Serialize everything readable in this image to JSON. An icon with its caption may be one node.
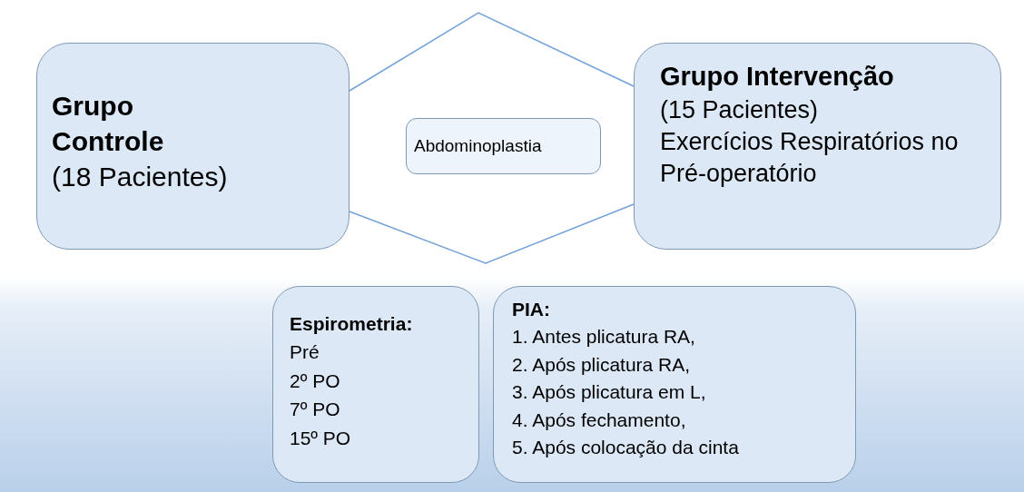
{
  "diagram": {
    "nodes": [
      {
        "text": [
          "Grupo Controle",
          "(18 Pacientes)"
        ]
      },
      {
        "text": [
          "Abdominoplastia"
        ]
      },
      {
        "text": [
          "Grupo Intervenção",
          "(15 Pacientes)",
          "Exercícios Respiratórios no Pré-operatório"
        ]
      },
      {
        "text": [
          "Espirometria:",
          "Pré",
          "2º PO",
          "7º PO",
          "15º PO"
        ]
      },
      {
        "text": [
          "PIA:",
          "1. Antes plicatura RA,",
          "2. Após plicatura RA,",
          "3. Após plicatura em L,",
          "4. Após fechamento,",
          "5. Após colocação da cinta"
        ]
      }
    ],
    "edges": [
      {
        "from": 0,
        "to": 2,
        "arrow": "none"
      },
      {
        "from": 0,
        "to": 2,
        "arrow": "none"
      }
    ]
  }
}
